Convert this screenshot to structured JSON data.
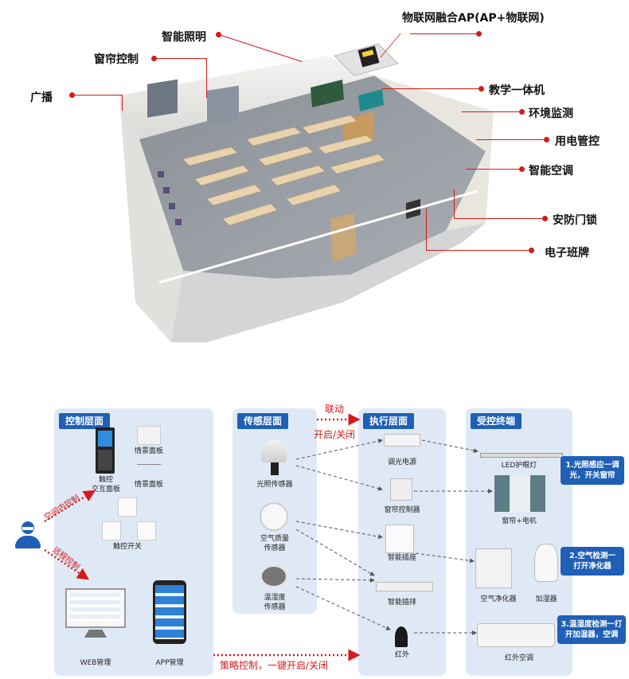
{
  "classroom": {
    "callouts": {
      "iot_ap": "物联网融合AP(AP+物联网)",
      "lighting": "智能照明",
      "curtain": "窗帘控制",
      "broadcast": "广播",
      "teaching": "教学一体机",
      "env": "环境监测",
      "power": "用电管控",
      "ac": "智能空调",
      "lock": "安防门锁",
      "board": "电子班牌"
    }
  },
  "diagram": {
    "control": {
      "title": "控制层面",
      "touch_panel": "触控\n交互面板",
      "scene_panel_1": "情景面板",
      "scene_panel_2": "情景面板",
      "touch_switch": "触控开关",
      "web": "WEB管理",
      "app": "APP管理",
      "space_control": "空间内控制",
      "remote_control": "远程控制"
    },
    "sensing": {
      "title": "传感层面",
      "light": "光照传感器",
      "air": "空气质量\n传感器",
      "temp": "温湿度\n传感器"
    },
    "execution": {
      "title": "执行层面",
      "dimmer": "调光电源",
      "curtain_ctrl": "窗帘控制器",
      "socket": "智能插座",
      "strip": "智能插排",
      "ir": "红外"
    },
    "terminal": {
      "title": "受控终端",
      "led": "LED护眼灯",
      "curtain_motor": "窗帘+电机",
      "purifier": "空气净化器",
      "humidifier": "加湿器",
      "ir_ac": "红外空调"
    },
    "links": {
      "linkage": "联动",
      "on_off": "开启/关闭",
      "strategy": "策略控制，一键开启/关闭"
    },
    "notes": {
      "n1": "1.光照感应一调\n光，开关窗帘",
      "n2": "2.空气检测一\n打开净化器",
      "n3": "3.温湿度检测一打\n开加湿器，空调"
    }
  },
  "colors": {
    "accent": "#1f5fb5",
    "red": "#d31b1b",
    "panel": "#dfe9f6"
  }
}
